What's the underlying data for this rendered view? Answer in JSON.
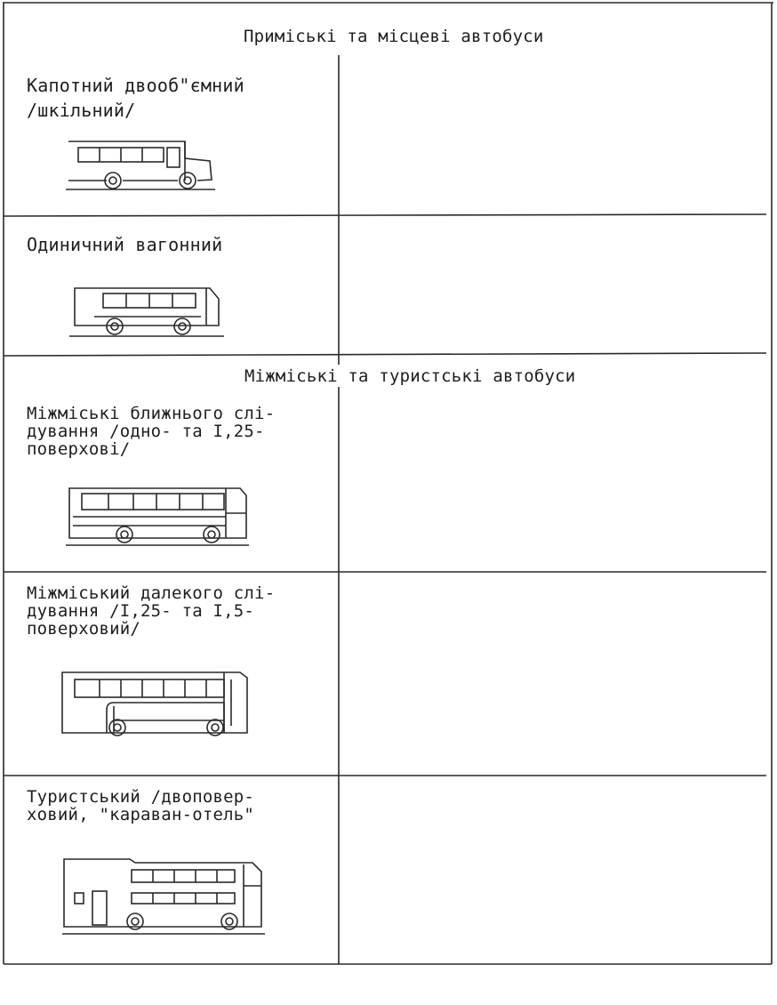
{
  "sections": [
    {
      "heading": "Приміські та місцеві автобуси",
      "rows": [
        {
          "label_lines": [
            "Капотний двооб\"ємний",
            "/шкільний/"
          ],
          "icon": "school-bus-icon"
        },
        {
          "label_lines": [
            "Одиничний вагонний"
          ],
          "icon": "city-bus-icon"
        }
      ]
    },
    {
      "heading": "Міжміські та туристські автобуси",
      "rows": [
        {
          "label_lines": [
            "Міжміські ближнього слі-",
            "дування /одно- та I,25-",
            "поверхові/"
          ],
          "icon": "intercity-short-bus-icon"
        },
        {
          "label_lines": [
            "Міжміський далекого слі-",
            "дування /I,25- та I,5-",
            "поверховий/"
          ],
          "icon": "intercity-long-bus-icon"
        },
        {
          "label_lines": [
            "Туристський /двоповер-",
            "ховий, \"караван-отель\""
          ],
          "icon": "double-decker-bus-icon"
        }
      ]
    }
  ]
}
